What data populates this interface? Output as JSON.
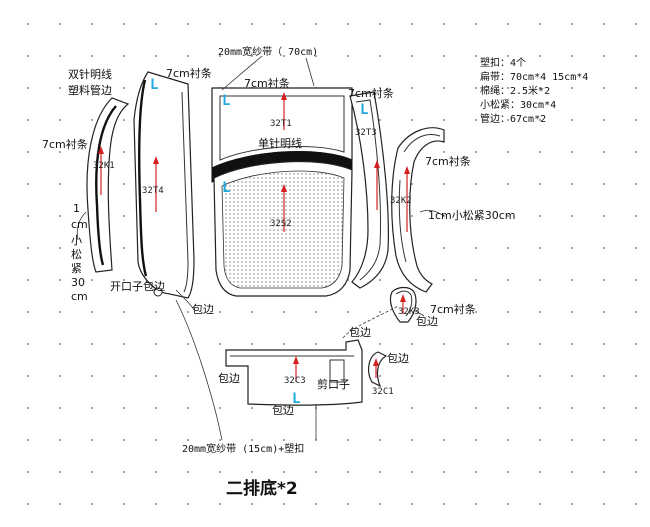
{
  "title": "二排底*2",
  "notes": [
    "塑扣：4个",
    "扁带：70cm*4  15cm*4",
    "棉绳：2.5米*2",
    "小松紧：30cm*4",
    "管边：67cm*2"
  ],
  "labels": {
    "webbing_top": "20mm宽纱带（ 70cm)",
    "webbing_bottom": "20mm宽纱带 (15cm)+塑扣",
    "double_needle": "双针明线",
    "plastic_piping": "塑料管边",
    "single_needle": "单针明线",
    "lining_7cm": "7cm衬条",
    "elastic_right": "1cm小松紧30cm",
    "elastic_left": [
      "1",
      "cm",
      "小",
      "松",
      "紧",
      "30",
      "cm"
    ],
    "opening_binding": "开口子包边",
    "binding": "包边",
    "cut_notch": "剪口子",
    "plus": "+",
    "size_L": "L"
  },
  "pieces": [
    "32T1",
    "32T4",
    "32K1",
    "32S2",
    "32T3",
    "32K2",
    "32K3",
    "32C3",
    "32C1"
  ]
}
